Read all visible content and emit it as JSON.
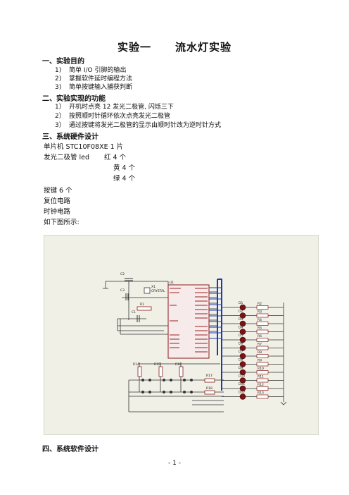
{
  "title": {
    "part1": "实验一",
    "part2": "流水灯实验"
  },
  "sections": [
    {
      "label": "一、实验目的"
    },
    {
      "label": "二、实验实现的功能"
    },
    {
      "label": "三、系统硬件设计"
    },
    {
      "label": "四、系统软件设计"
    }
  ],
  "purpose_items": [
    {
      "num": "1)",
      "text": "简单 I/O 引脚的输出"
    },
    {
      "num": "2)",
      "text": "掌握软件延时编程方法"
    },
    {
      "num": "3)",
      "text": "简单按键输入捕获判断"
    }
  ],
  "function_items": [
    {
      "num": "1）",
      "text": "开机时点亮 12 发光二极管, 闪烁三下"
    },
    {
      "num": "2）",
      "text": "按照顺时针循环依次点亮发光二极管"
    },
    {
      "num": "3）",
      "text": "通过按键将发光二极管的显示由顺时针改为逆时针方式"
    }
  ],
  "hardware": {
    "mcu": "单片机 STC10F08XE  1 片",
    "led_label": "发光二极管 led",
    "red": "红  4 个",
    "yellow": "黄  4 个",
    "green": "绿  4 个",
    "keys": "按键    6 个",
    "reset": "复位电路",
    "clock": "时钟电路",
    "figure_caption": "如下图所示:"
  },
  "schematic": {
    "labels": {
      "c2": "C2",
      "c3": "C3",
      "c1": "C1",
      "x1": "X1",
      "crystal": "CRYSTAL",
      "r1": "R1",
      "u1": "U1",
      "r14": "R14",
      "r15": "R15",
      "r16": "R16",
      "r17": "R17",
      "r18": "R18"
    },
    "leds": [
      "D1",
      "D2",
      "D3",
      "D4",
      "D5",
      "D6",
      "D7",
      "D8",
      "D9",
      "D10",
      "D11",
      "D12"
    ],
    "resistors": [
      "R2",
      "R3",
      "R4",
      "R5",
      "R6",
      "R7",
      "R8",
      "R9",
      "R10",
      "R11",
      "R12",
      "R13"
    ]
  },
  "footer": "- 1 -"
}
